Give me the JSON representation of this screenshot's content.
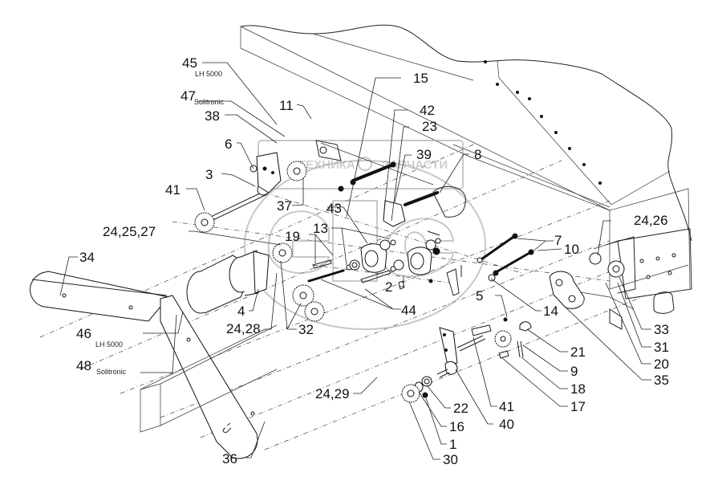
{
  "diagram": {
    "type": "exploded parts diagram",
    "watermark": {
      "left": "ТЕХНИКА",
      "right": "ЗАПЧАСТИ",
      "logo": "ЭНС"
    },
    "callouts": [
      {
        "id": "c45",
        "number": "45",
        "note": "LH 5000"
      },
      {
        "id": "c47",
        "number": "47",
        "note": "Solitronic"
      },
      {
        "id": "c38",
        "number": "38"
      },
      {
        "id": "c11",
        "number": "11"
      },
      {
        "id": "c6",
        "number": "6"
      },
      {
        "id": "c3",
        "number": "3"
      },
      {
        "id": "c41a",
        "number": "41"
      },
      {
        "id": "c37",
        "number": "37"
      },
      {
        "id": "c15",
        "number": "15"
      },
      {
        "id": "c42",
        "number": "42"
      },
      {
        "id": "c23",
        "number": "23"
      },
      {
        "id": "c39",
        "number": "39"
      },
      {
        "id": "c8",
        "number": "8"
      },
      {
        "id": "c43",
        "number": "43"
      },
      {
        "id": "c13",
        "number": "13"
      },
      {
        "id": "c19",
        "number": "19"
      },
      {
        "id": "c242527",
        "number": "24,25,27"
      },
      {
        "id": "c34",
        "number": "34"
      },
      {
        "id": "c2",
        "number": "2"
      },
      {
        "id": "c44",
        "number": "44"
      },
      {
        "id": "c4",
        "number": "4"
      },
      {
        "id": "c2428",
        "number": "24,28"
      },
      {
        "id": "c32",
        "number": "32"
      },
      {
        "id": "c46",
        "number": "46",
        "note": "LH 5000"
      },
      {
        "id": "c48",
        "number": "48",
        "note": "Solitronic"
      },
      {
        "id": "c7",
        "number": "7"
      },
      {
        "id": "c10",
        "number": "10"
      },
      {
        "id": "c2426",
        "number": "24,26"
      },
      {
        "id": "c5",
        "number": "5"
      },
      {
        "id": "c14",
        "number": "14"
      },
      {
        "id": "c33",
        "number": "33"
      },
      {
        "id": "c31",
        "number": "31"
      },
      {
        "id": "c20",
        "number": "20"
      },
      {
        "id": "c35",
        "number": "35"
      },
      {
        "id": "c21",
        "number": "21"
      },
      {
        "id": "c9",
        "number": "9"
      },
      {
        "id": "c18",
        "number": "18"
      },
      {
        "id": "c17",
        "number": "17"
      },
      {
        "id": "c2429",
        "number": "24,29"
      },
      {
        "id": "c22",
        "number": "22"
      },
      {
        "id": "c16",
        "number": "16"
      },
      {
        "id": "c1",
        "number": "1"
      },
      {
        "id": "c41b",
        "number": "41"
      },
      {
        "id": "c40",
        "number": "40"
      },
      {
        "id": "c30",
        "number": "30"
      },
      {
        "id": "c36",
        "number": "36"
      }
    ]
  }
}
